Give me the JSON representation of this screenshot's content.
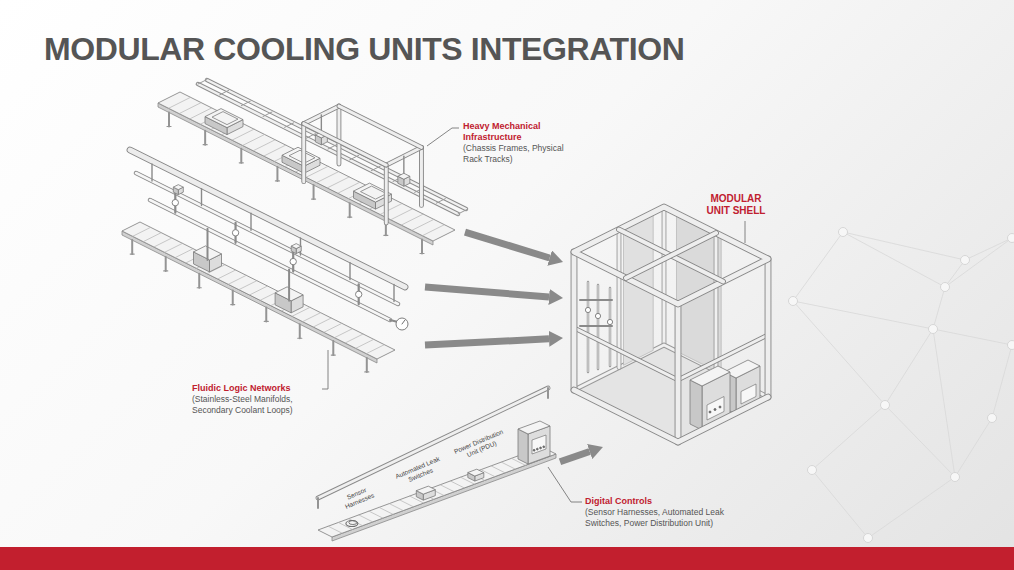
{
  "diagram": {
    "title": "MODULAR COOLING UNITS INTEGRATION",
    "nodes": [
      {
        "text": [
          "Heavy Mechanical Infrastructure",
          "(Chassis Frames, Physical Rack Tracks)"
        ]
      },
      {
        "text": [
          "MODULAR UNIT SHELL"
        ]
      },
      {
        "text": [
          "Fluidic Logic Networks",
          "(Stainless-Steel Manifolds, Secondary Coolant Loops)"
        ]
      },
      {
        "text": [
          "Digital Controls",
          "(Sensor Harnesses, Automated Leak Switches, Power Distribution Unit)"
        ]
      }
    ],
    "edges": [
      {
        "from": 0,
        "to": 1,
        "arrow": "to"
      },
      {
        "from": 2,
        "to": 1,
        "arrow": "to"
      },
      {
        "from": 2,
        "to": 1,
        "arrow": "to"
      },
      {
        "from": 3,
        "to": 1,
        "arrow": "to"
      }
    ],
    "labels": [
      "Sensor Harnesses",
      "Automated Leak Switches",
      "Power Distribution Unit (PDU)"
    ]
  }
}
